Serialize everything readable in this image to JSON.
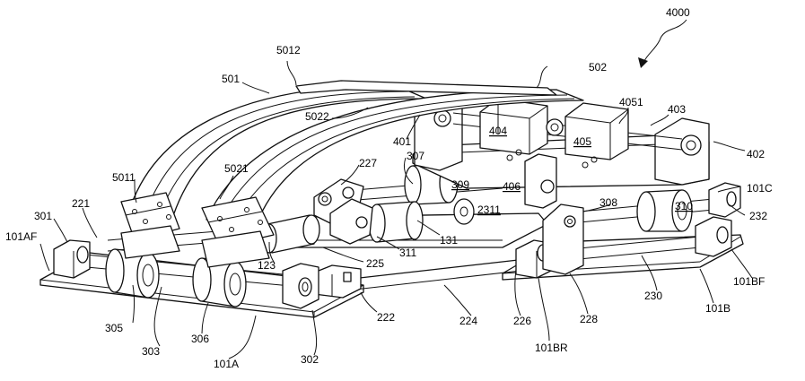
{
  "figure": {
    "ref_main": "4000",
    "labels": [
      {
        "id": "l5012",
        "text": "5012"
      },
      {
        "id": "l502",
        "text": "502"
      },
      {
        "id": "l501",
        "text": "501"
      },
      {
        "id": "l4051",
        "text": "4051"
      },
      {
        "id": "l403",
        "text": "403"
      },
      {
        "id": "l5022",
        "text": "5022"
      },
      {
        "id": "l404",
        "text": "404",
        "underline": true
      },
      {
        "id": "l405",
        "text": "405",
        "underline": true
      },
      {
        "id": "l401",
        "text": "401"
      },
      {
        "id": "l402",
        "text": "402"
      },
      {
        "id": "l227",
        "text": "227"
      },
      {
        "id": "l307",
        "text": "307"
      },
      {
        "id": "l5021",
        "text": "5021"
      },
      {
        "id": "l309",
        "text": "309",
        "underline": true
      },
      {
        "id": "l406",
        "text": "406",
        "underline": true
      },
      {
        "id": "l101C",
        "text": "101C"
      },
      {
        "id": "l5011",
        "text": "5011"
      },
      {
        "id": "l2311",
        "text": "2311",
        "underline": true
      },
      {
        "id": "l308",
        "text": "308"
      },
      {
        "id": "l310",
        "text": "310",
        "underline": true
      },
      {
        "id": "l232",
        "text": "232"
      },
      {
        "id": "l301",
        "text": "301"
      },
      {
        "id": "l221",
        "text": "221"
      },
      {
        "id": "l131",
        "text": "131"
      },
      {
        "id": "l101AF",
        "text": "101AF"
      },
      {
        "id": "l311",
        "text": "311"
      },
      {
        "id": "l225",
        "text": "225"
      },
      {
        "id": "l123",
        "text": "123"
      },
      {
        "id": "l230",
        "text": "230"
      },
      {
        "id": "l101BF",
        "text": "101BF"
      },
      {
        "id": "l222",
        "text": "222"
      },
      {
        "id": "l224",
        "text": "224"
      },
      {
        "id": "l226",
        "text": "226"
      },
      {
        "id": "l228",
        "text": "228"
      },
      {
        "id": "l101B",
        "text": "101B"
      },
      {
        "id": "l305",
        "text": "305"
      },
      {
        "id": "l306",
        "text": "306"
      },
      {
        "id": "l303",
        "text": "303"
      },
      {
        "id": "l101BR",
        "text": "101BR"
      },
      {
        "id": "l302",
        "text": "302"
      },
      {
        "id": "l101A",
        "text": "101A"
      }
    ]
  }
}
